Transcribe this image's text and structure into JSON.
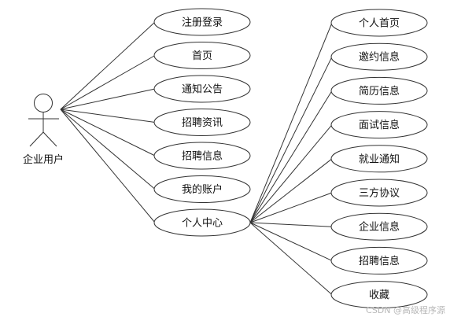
{
  "actor": {
    "label": "企业用户"
  },
  "left_use_cases": [
    "注册登录",
    "首页",
    "通知公告",
    "招聘资讯",
    "招聘信息",
    "我的账户",
    "个人中心"
  ],
  "right_use_cases": [
    "个人首页",
    "邀约信息",
    "简历信息",
    "面试信息",
    "就业通知",
    "三方协议",
    "企业信息",
    "招聘信息",
    "收藏"
  ],
  "watermark": "CSDN @高级程序源",
  "colors": {
    "stroke": "#333333",
    "ellipse_fill": "#ffffff",
    "text": "#111111",
    "watermark": "#b8b8b8"
  }
}
